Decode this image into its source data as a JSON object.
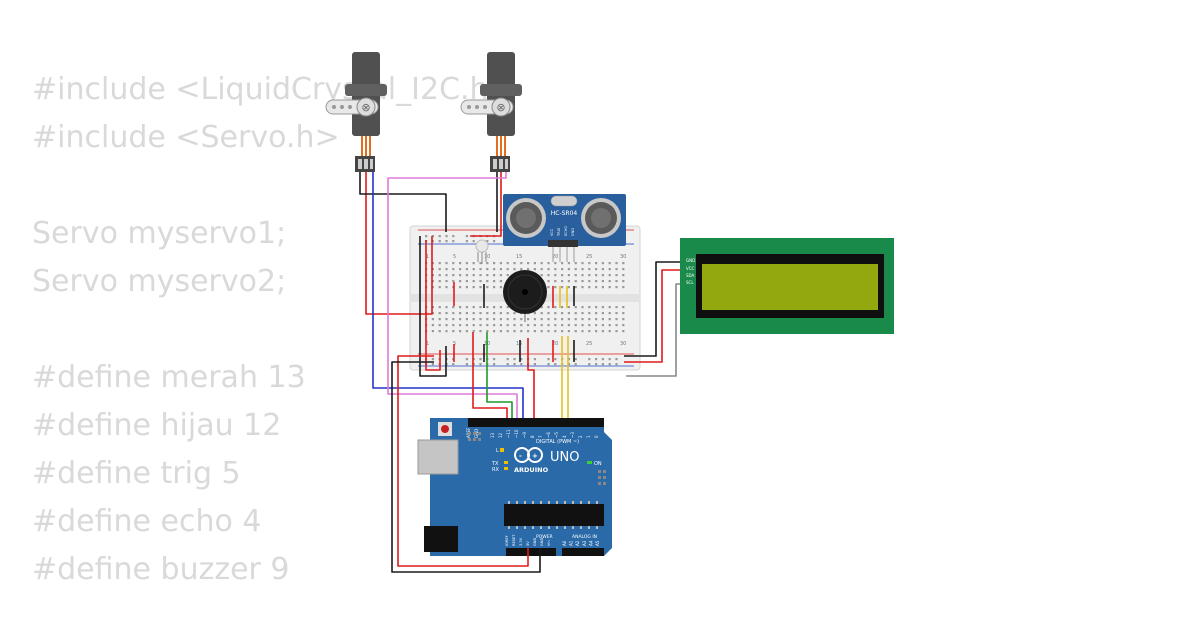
{
  "code_lines": [
    "#include <LiquidCrystal_I2C.h>",
    "#include <Servo.h>",
    "",
    "Servo myservo1;",
    "Servo myservo2;",
    "",
    "#define merah 13",
    "#define hijau 12",
    "#define trig 5",
    "#define echo 4",
    "#define buzzer 9"
  ],
  "sensor": {
    "model": "HC-SR04",
    "pins": [
      "VCC",
      "TRIG",
      "ECHO",
      "GND"
    ]
  },
  "lcd": {
    "pins": [
      "GND",
      "VCC",
      "SDA",
      "SCL"
    ]
  },
  "breadboard": {
    "col_labels": [
      "1",
      "5",
      "10",
      "15",
      "20",
      "25",
      "30"
    ]
  },
  "arduino": {
    "brand": "ARDUINO",
    "model": "UNO",
    "digital_label": "DIGITAL (PWM ~)",
    "power_label": "POWER",
    "analog_label": "ANALOG IN",
    "on_label": "ON",
    "l_label": "L",
    "tx_label": "TX",
    "rx_label": "RX",
    "aref_label": "AREF",
    "gnd_label": "GND",
    "top_pins": [
      "13",
      "12",
      "~11",
      "~10",
      "~9",
      "8",
      "7",
      "~6",
      "~5",
      "4",
      "~3",
      "2",
      "1",
      "0"
    ],
    "power_pins": [
      "IOREF",
      "RESET",
      "3.3V",
      "5V",
      "GND",
      "GND",
      "Vin"
    ],
    "analog_pins": [
      "A0",
      "A1",
      "A2",
      "A3",
      "A4",
      "A5"
    ]
  },
  "colors": {
    "board_blue": "#2a6aa8",
    "breadboard_bg": "#f0f0f0",
    "lcd_pcb": "#1a8a4a",
    "lcd_screen": "#93a80f",
    "servo_body": "#555555",
    "wire_red": "#e01b1b",
    "wire_black": "#1a1a1a",
    "wire_blue": "#2233cc",
    "wire_pink": "#e07ad8",
    "wire_green": "#1f9a2a",
    "wire_yellow": "#e6c21a",
    "wire_gray": "#888888"
  }
}
